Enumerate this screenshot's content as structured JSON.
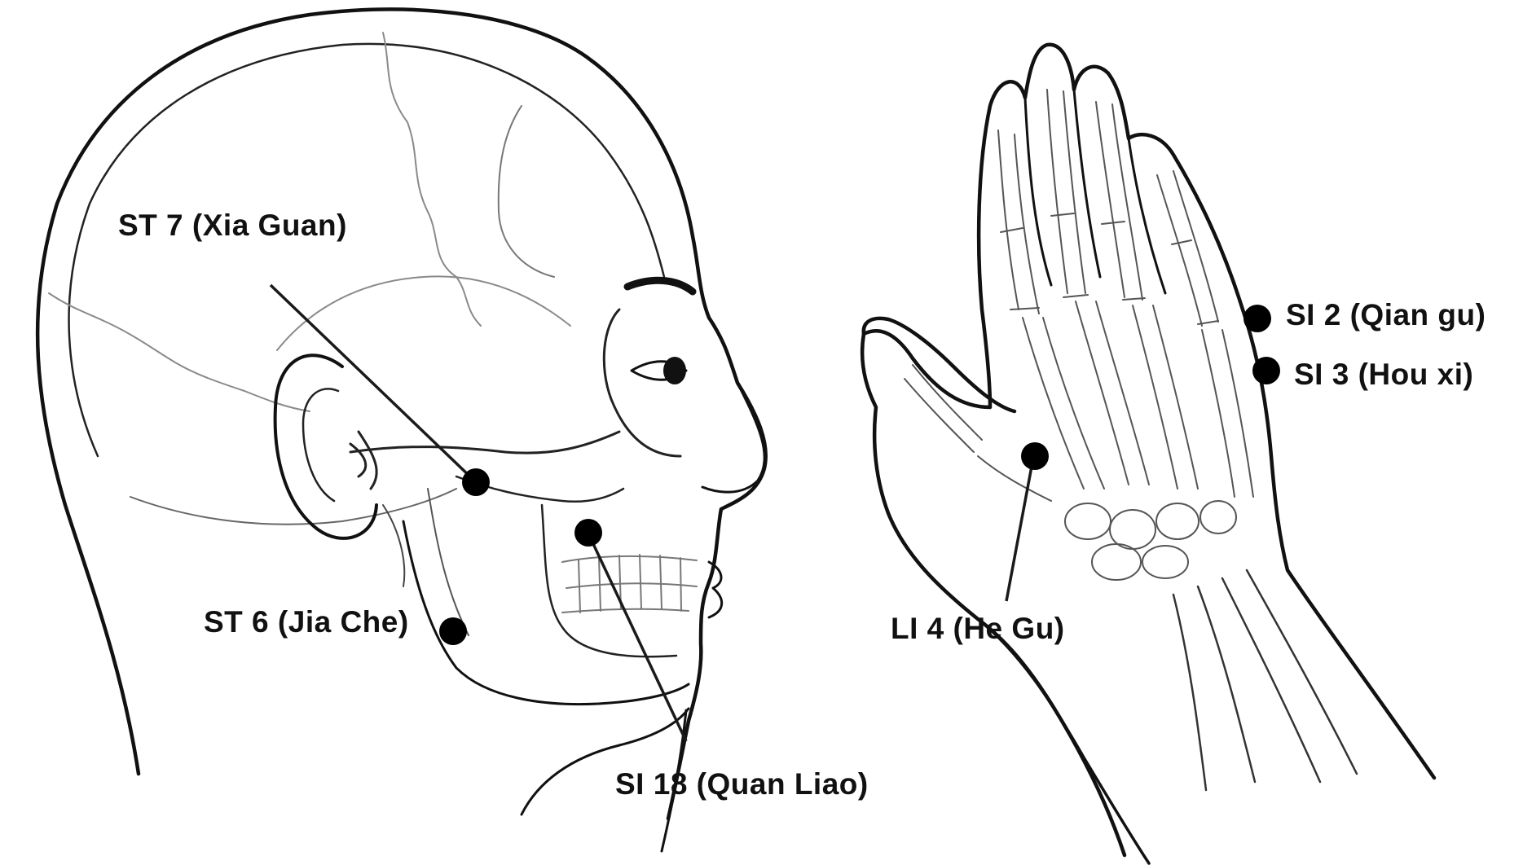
{
  "points": {
    "st7": {
      "label": "ST 7 (Xia Guan)"
    },
    "st6": {
      "label": "ST 6 (Jia Che)"
    },
    "si18": {
      "label": "SI 18 (Quan Liao)"
    },
    "li4": {
      "label": "LI 4 (He Gu)"
    },
    "si2": {
      "label": "SI 2 (Qian gu)"
    },
    "si3": {
      "label": "SI 3 (Hou xi)"
    }
  },
  "colors": {
    "line": "#1a1a1a",
    "point": "#000000",
    "sketch": "#8a8a8a"
  }
}
